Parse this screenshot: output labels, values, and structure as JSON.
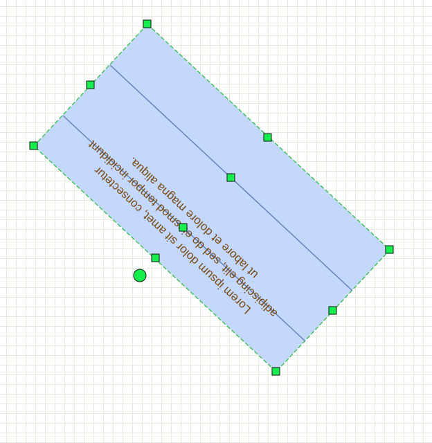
{
  "diagram": {
    "shape": {
      "kind": "rotated-swimlane-rectangle",
      "rotation_deg": 138,
      "fill": "#c3d8fb",
      "outline": "#43c25b",
      "divider": "#6683ba",
      "lanes": 3
    },
    "text": {
      "lines": [
        "Lorem ipsum dolor sit amet, consectetur",
        "adipiscing elit, sed do eiusmod tempor incididunt",
        "ut labore et dolore magna aliqua."
      ],
      "color": "#7a4a14"
    },
    "handles": {
      "fill": "#15ee4d",
      "stroke": "#111111"
    }
  }
}
